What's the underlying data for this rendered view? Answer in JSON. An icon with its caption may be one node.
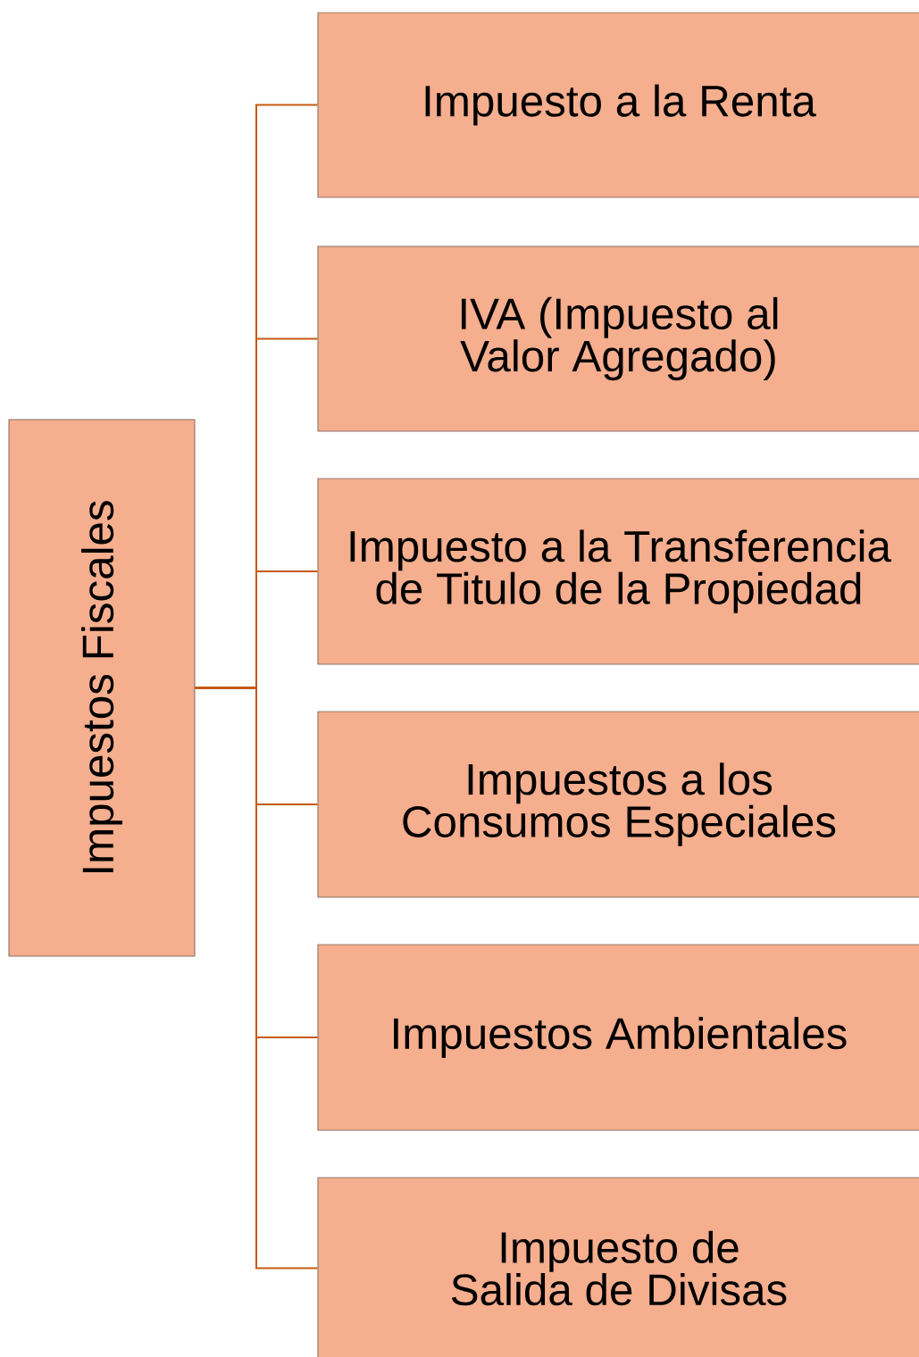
{
  "diagram": {
    "nodes": [
      {
        "text": [
          "Impuestos Fiscales"
        ]
      },
      {
        "text": [
          "Impuesto a la Renta"
        ]
      },
      {
        "text": [
          "IVA (Impuesto al Valor Agregado)"
        ]
      },
      {
        "text": [
          "Impuesto a la Transferencia de Titulo de la Propiedad"
        ]
      },
      {
        "text": [
          "Impuestos a los Consumos Especiales"
        ]
      },
      {
        "text": [
          "Impuestos Ambientales"
        ]
      },
      {
        "text": [
          "Impuesto de Salida de Divisas"
        ]
      }
    ],
    "edges": [
      {
        "from": 0,
        "to": 1,
        "arrow": "none"
      },
      {
        "from": 0,
        "to": 2,
        "arrow": "none"
      },
      {
        "from": 0,
        "to": 3,
        "arrow": "none"
      },
      {
        "from": 0,
        "to": 4,
        "arrow": "none"
      },
      {
        "from": 0,
        "to": 5,
        "arrow": "none"
      },
      {
        "from": 0,
        "to": 6,
        "arrow": "none"
      }
    ]
  }
}
